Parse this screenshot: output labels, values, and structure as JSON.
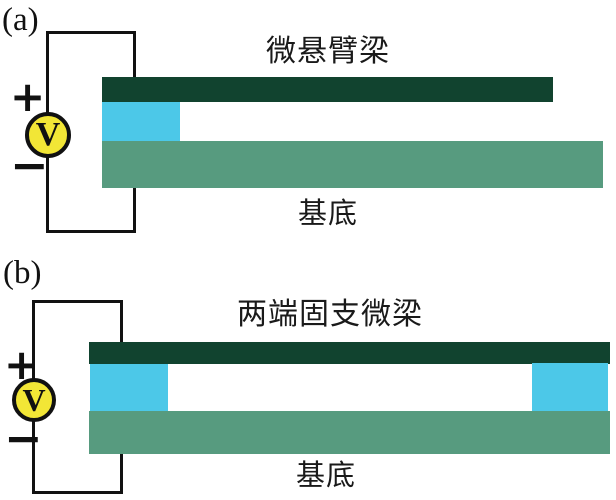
{
  "colors": {
    "beam": "#11432f",
    "anchor": "#4cc8e8",
    "substrate": "#579b7f",
    "source_fill": "#f2e636",
    "wire": "#111111"
  },
  "panels": [
    {
      "label": "(a)",
      "title": "微悬臂梁",
      "substrate_label": "基底",
      "plus_label": "+",
      "minus_label": "−",
      "source_label": "V"
    },
    {
      "label": "(b)",
      "title": "两端固支微梁",
      "substrate_label": "基底",
      "plus_label": "+",
      "minus_label": "−",
      "source_label": "V"
    }
  ]
}
